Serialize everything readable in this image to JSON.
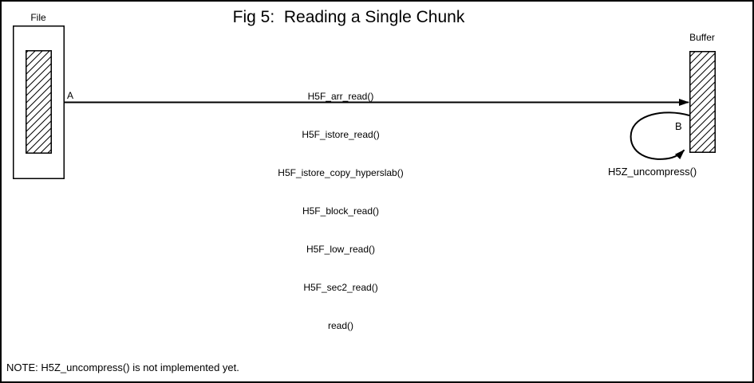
{
  "figure": {
    "title": "Fig 5:  Reading a Single Chunk",
    "note": "NOTE: H5Z_uncompress() is not implemented yet."
  },
  "file": {
    "label": "File"
  },
  "buffer": {
    "label": "Buffer"
  },
  "read_path": {
    "arrow_label": "A",
    "call_stack": [
      "H5F_arr_read()",
      "H5F_istore_read()",
      "H5F_istore_copy_hyperslab()",
      "H5F_block_read()",
      "H5F_low_read()",
      "H5F_sec2_read()",
      "read()"
    ]
  },
  "uncompress_path": {
    "arrow_label": "B",
    "caption": "H5Z_uncompress()"
  },
  "colors": {
    "background": "#ffffff",
    "ink": "#000000"
  }
}
